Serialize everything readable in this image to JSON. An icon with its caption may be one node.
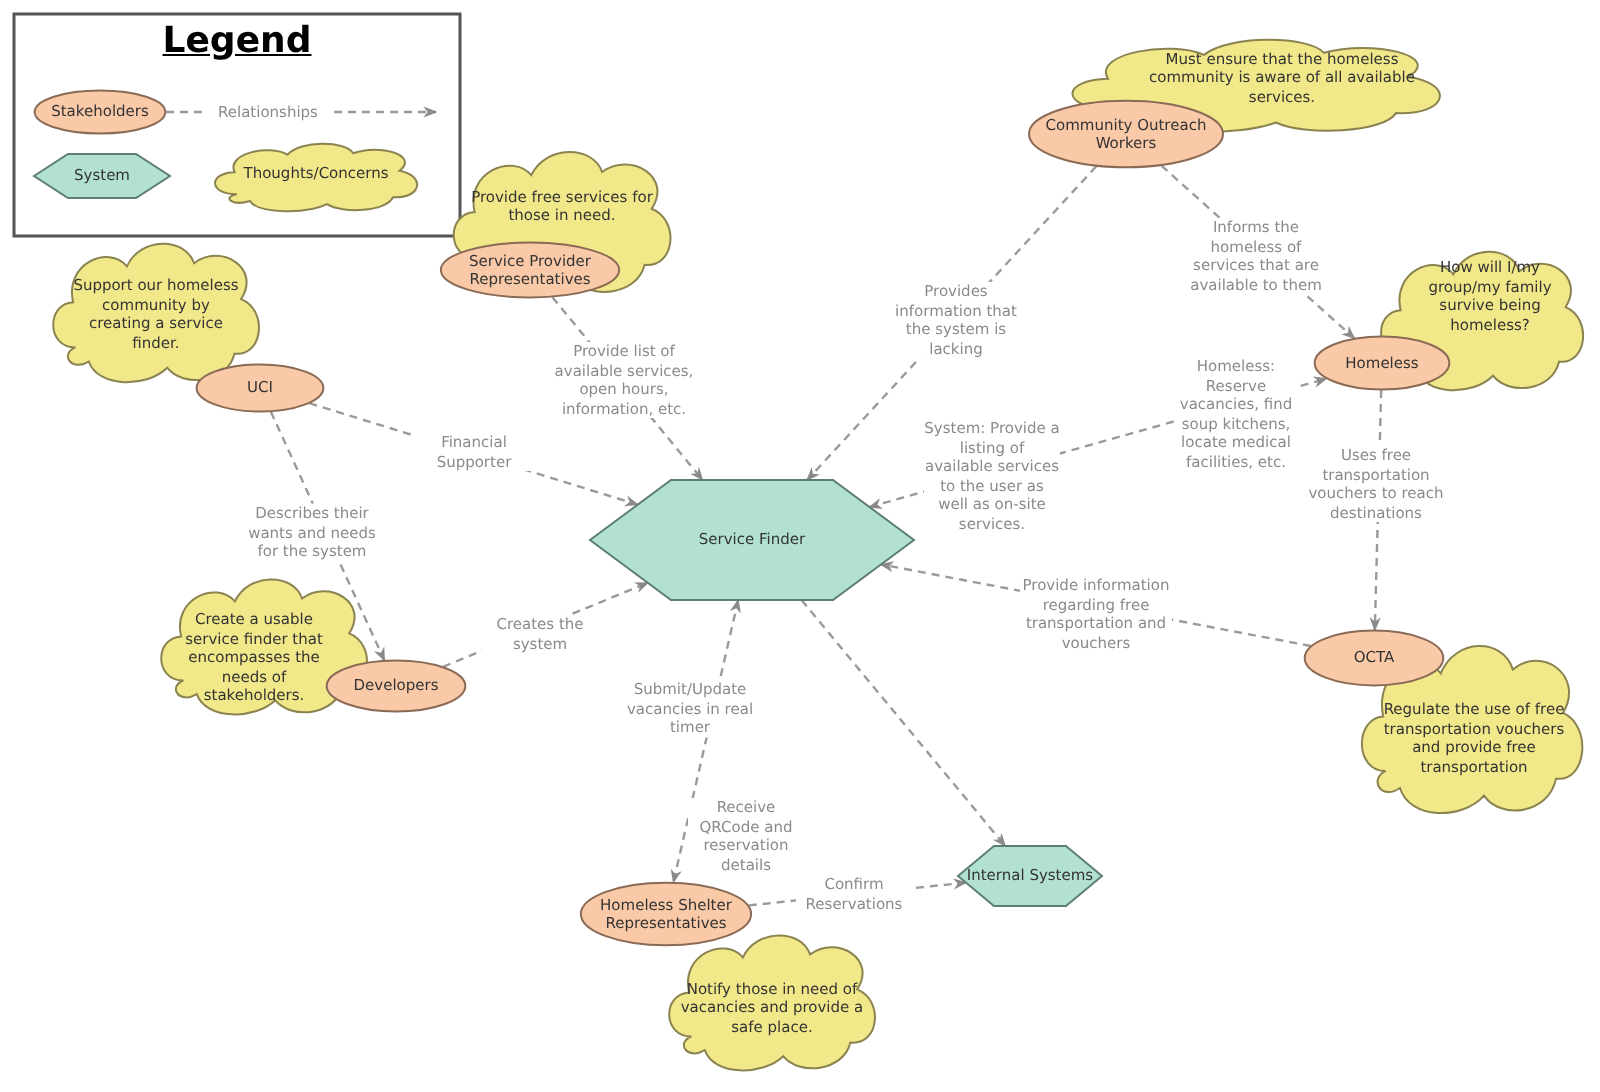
{
  "diagram": {
    "nodes": [
      {
        "text": [
          "Legend"
        ]
      },
      {
        "text": [
          "Stakeholders"
        ],
        "in": 0
      },
      {
        "text": [
          "System"
        ],
        "in": 0
      },
      {
        "text": [
          "Thoughts/Concerns"
        ],
        "in": 0
      },
      {
        "text": [
          "Provide free services for those in need."
        ]
      },
      {
        "text": [
          "Service Provider Representatives"
        ]
      },
      {
        "text": [
          "Must ensure that the homeless community is aware of all available services."
        ]
      },
      {
        "text": [
          "Community Outreach Workers"
        ]
      },
      {
        "text": [
          "Support our homeless community by creating a service finder."
        ]
      },
      {
        "text": [
          "UCI"
        ]
      },
      {
        "text": [
          "How will I/my group/my family survive being homeless?"
        ]
      },
      {
        "text": [
          "Homeless"
        ]
      },
      {
        "text": [
          "Service Finder"
        ]
      },
      {
        "text": [
          "Create a usable service finder that encompasses the needs of stakeholders."
        ]
      },
      {
        "text": [
          "Developers"
        ]
      },
      {
        "text": [
          "OCTA"
        ]
      },
      {
        "text": [
          "Regulate the use of free transportation vouchers and provide free transportation"
        ]
      },
      {
        "text": [
          "Internal Systems"
        ]
      },
      {
        "text": [
          "Homeless Shelter Representatives"
        ]
      },
      {
        "text": [
          "Notify those in need of vacancies and provide a safe place."
        ]
      }
    ],
    "edges": [
      {
        "from": 5,
        "to": 12,
        "arrow": "to",
        "label": "Provide list of available services, open hours, information, etc."
      },
      {
        "from": 7,
        "to": 12,
        "arrow": "to",
        "label": "Provides information that the system is lacking"
      },
      {
        "from": 7,
        "to": 11,
        "arrow": "to",
        "label": "Informs the homeless of services that are available to them"
      },
      {
        "from": 9,
        "to": 12,
        "arrow": "to",
        "label": "Financial Supporter"
      },
      {
        "from": 9,
        "to": 14,
        "arrow": "to",
        "label": "Describes their wants and needs for the system"
      },
      {
        "from": 14,
        "to": 12,
        "arrow": "to",
        "label": "Creates the system"
      },
      {
        "from": 12,
        "to": 11,
        "arrow": "both",
        "label": "System: Provide a listing of available services to the user as well as on-site services."
      },
      {
        "from": 11,
        "to": 15,
        "arrow": "to",
        "label": "Uses free transportation vouchers to reach destinations"
      },
      {
        "from": 15,
        "to": 12,
        "arrow": "to",
        "label": "Provide information regarding free transportation and vouchers"
      },
      {
        "from": 12,
        "to": 18,
        "arrow": "both",
        "label": "Submit/Update vacancies in real timer"
      },
      {
        "from": 12,
        "to": 17,
        "arrow": "to"
      },
      {
        "from": 18,
        "to": 17,
        "arrow": "to",
        "label": "Confirm Reservations"
      },
      {
        "from": 1,
        "to": null,
        "arrow": "to",
        "label": "Relationships"
      }
    ],
    "labels": [
      "Homeless: Reserve vacancies, find soup kitchens, locate medical facilities, etc.",
      "Receive QRCode and reservation details"
    ]
  }
}
